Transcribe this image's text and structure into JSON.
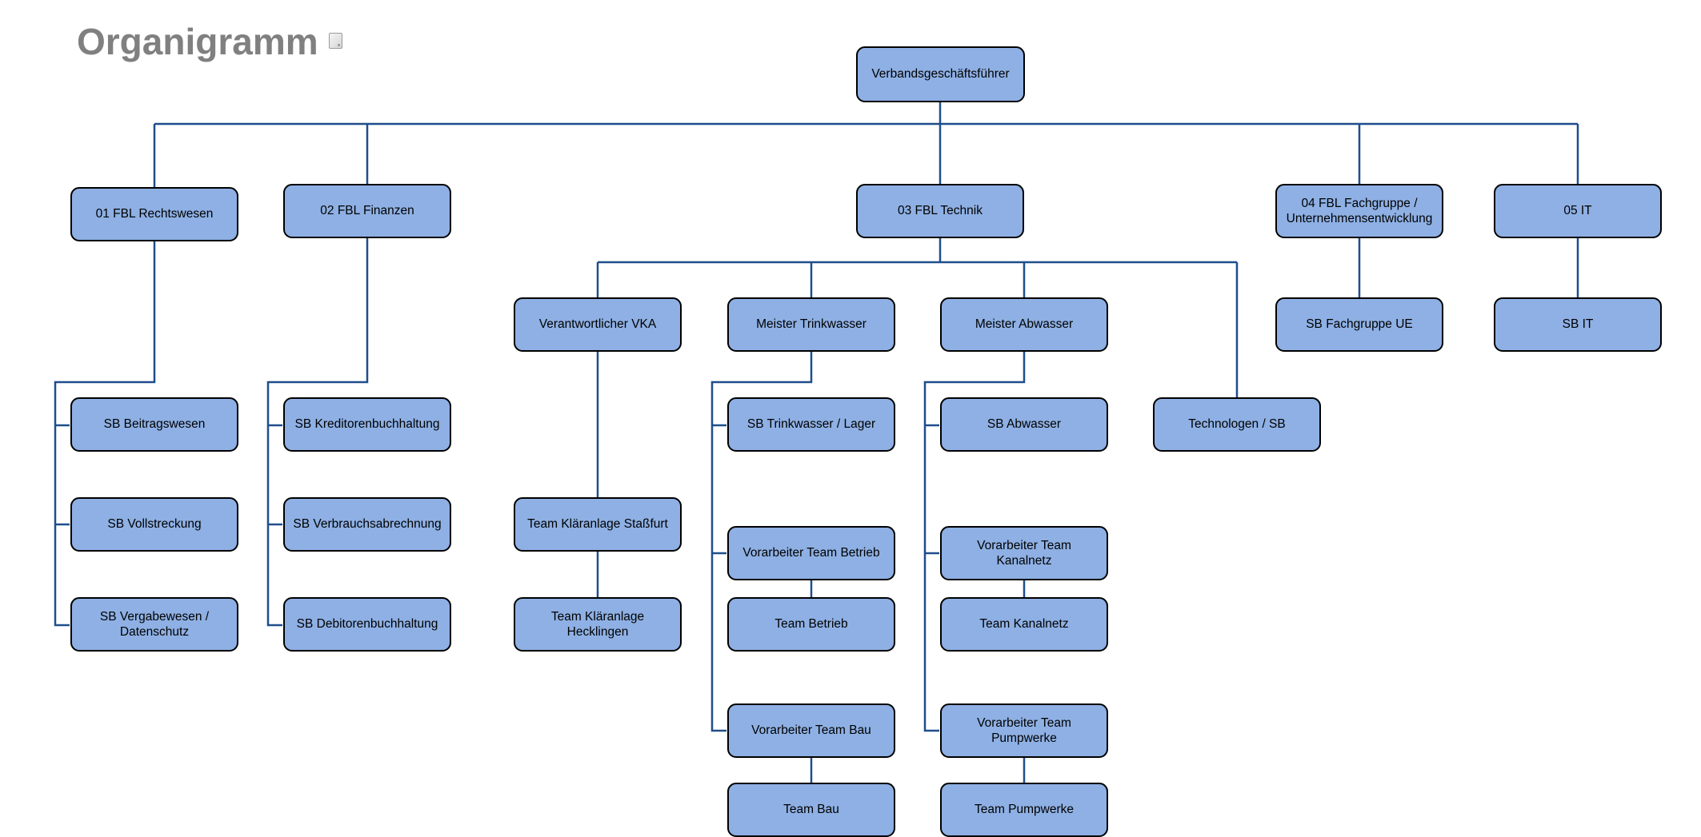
{
  "page": {
    "title": "Organigramm",
    "title_color": "#808080",
    "icon": "document-icon"
  },
  "colors": {
    "box_fill": "#8eb0e4",
    "box_border": "#000000",
    "connector": "#1f4e8c"
  },
  "org": {
    "root": "Verbandsgeschäftsführer",
    "units": [
      "01 FBL Rechtswesen",
      "02 FBL Finanzen",
      "03 FBL Technik",
      "04 FBL Fachgruppe / Unternehmensentwicklung",
      "05 IT"
    ],
    "rechtswesen": [
      "SB Beitragswesen",
      "SB Vollstreckung",
      "SB Vergabewesen / Datenschutz"
    ],
    "finanzen": [
      "SB Kreditorenbuchhaltung",
      "SB Verbrauchsabrechnung",
      "SB Debitorenbuchhaltung"
    ],
    "technik": [
      "Verantwortlicher VKA",
      "Meister Trinkwasser",
      "Meister Abwasser",
      "Technologen / SB"
    ],
    "vka": [
      "Team Kläranlage Staßfurt",
      "Team Kläranlage Hecklingen"
    ],
    "trinkwasser": [
      "SB Trinkwasser / Lager",
      "Vorarbeiter Team Betrieb",
      "Team Betrieb",
      "Vorarbeiter Team Bau",
      "Team Bau"
    ],
    "abwasser": [
      "SB Abwasser",
      "Vorarbeiter Team Kanalnetz",
      "Team Kanalnetz",
      "Vorarbeiter Team Pumpwerke",
      "Team Pumpwerke"
    ],
    "fachgruppe": [
      "SB Fachgruppe UE"
    ],
    "it": [
      "SB IT"
    ]
  }
}
